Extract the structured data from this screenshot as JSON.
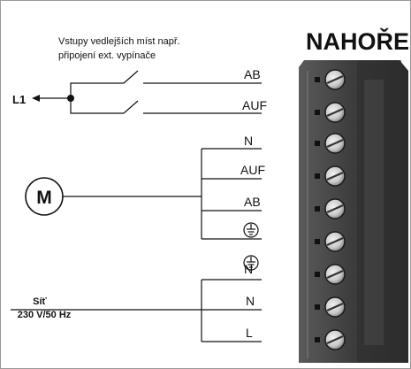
{
  "header": {
    "title": "NAHOŘE"
  },
  "inputs_note": {
    "line1": "Vstupy vedlejších míst např.",
    "line2": "připojení ext. vypínače"
  },
  "source": {
    "label": "L1"
  },
  "motor": {
    "symbol": "M"
  },
  "mains": {
    "line1": "Síť",
    "line2": "230 V/50 Hz"
  },
  "terminal_labels": [
    "AB",
    "AUF",
    "N",
    "AUF",
    "AB",
    "⏚",
    "⏚",
    "N",
    "L"
  ],
  "colors": {
    "line": "#111111",
    "block": "#3a3a3a",
    "screw": "#d8d8d8",
    "background": "#ffffff"
  }
}
